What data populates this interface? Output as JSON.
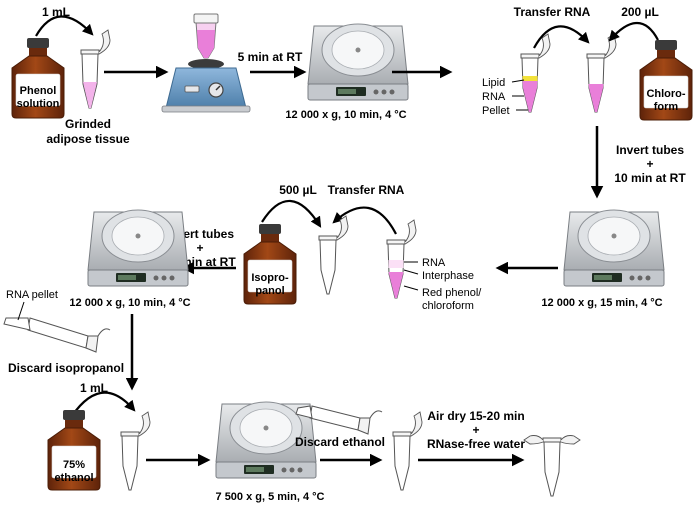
{
  "labels": {
    "phenol_volume": "1 mL",
    "phenol_bottle_line1": "Phenol",
    "phenol_bottle_line2": "solution",
    "tissue_line1": "Grinded",
    "tissue_line2": "adipose tissue",
    "vortex_time": "5 min at RT",
    "centrifuge1": "12 000 x g, 10 min, 4 °C",
    "transfer_rna_1": "Transfer RNA",
    "chloroform_volume": "200 µL",
    "layer_lipid": "Lipid",
    "layer_rna": "RNA",
    "layer_pellet": "Pellet",
    "chloroform_line1": "Chloro-",
    "chloroform_line2": "form",
    "invert1_line1": "Invert tubes",
    "invert1_line2": "+",
    "invert1_line3": "10 min at RT",
    "centrifuge2": "12 000 x g, 15 min, 4 °C",
    "phase_rna": "RNA",
    "phase_interphase": "Interphase",
    "phase_red_line1": "Red phenol/",
    "phase_red_line2": "chloroform",
    "isopropanol_volume": "500 µL",
    "transfer_rna_2": "Transfer RNA",
    "isopropanol_line1": "Isopro-",
    "isopropanol_line2": "panol",
    "invert2_line1": "Invert tubes",
    "invert2_line2": "+",
    "invert2_line3": "10 min at RT",
    "centrifuge3": "12 000 x g, 10 min, 4 °C",
    "rna_pellet": "RNA pellet",
    "discard_isopropanol": "Discard isopropanol",
    "ethanol_volume": "1 mL",
    "ethanol_line1": "75%",
    "ethanol_line2": "ethanol",
    "centrifuge4": "7 500 x g, 5 min, 4 °C",
    "discard_ethanol": "Discard ethanol",
    "air_dry_line1": "Air dry 15-20 min",
    "air_dry_line2": "+",
    "air_dry_line3": "RNase-free water"
  },
  "colors": {
    "bottle_amber": "#8a3a12",
    "bottle_cap": "#3a3a3a",
    "pink": "#e97fd9",
    "yellow": "#f3e23a",
    "centrifuge_body": "#c9ccd0",
    "vortex_blue": "#6f9fc9",
    "arrow": "#000000"
  }
}
